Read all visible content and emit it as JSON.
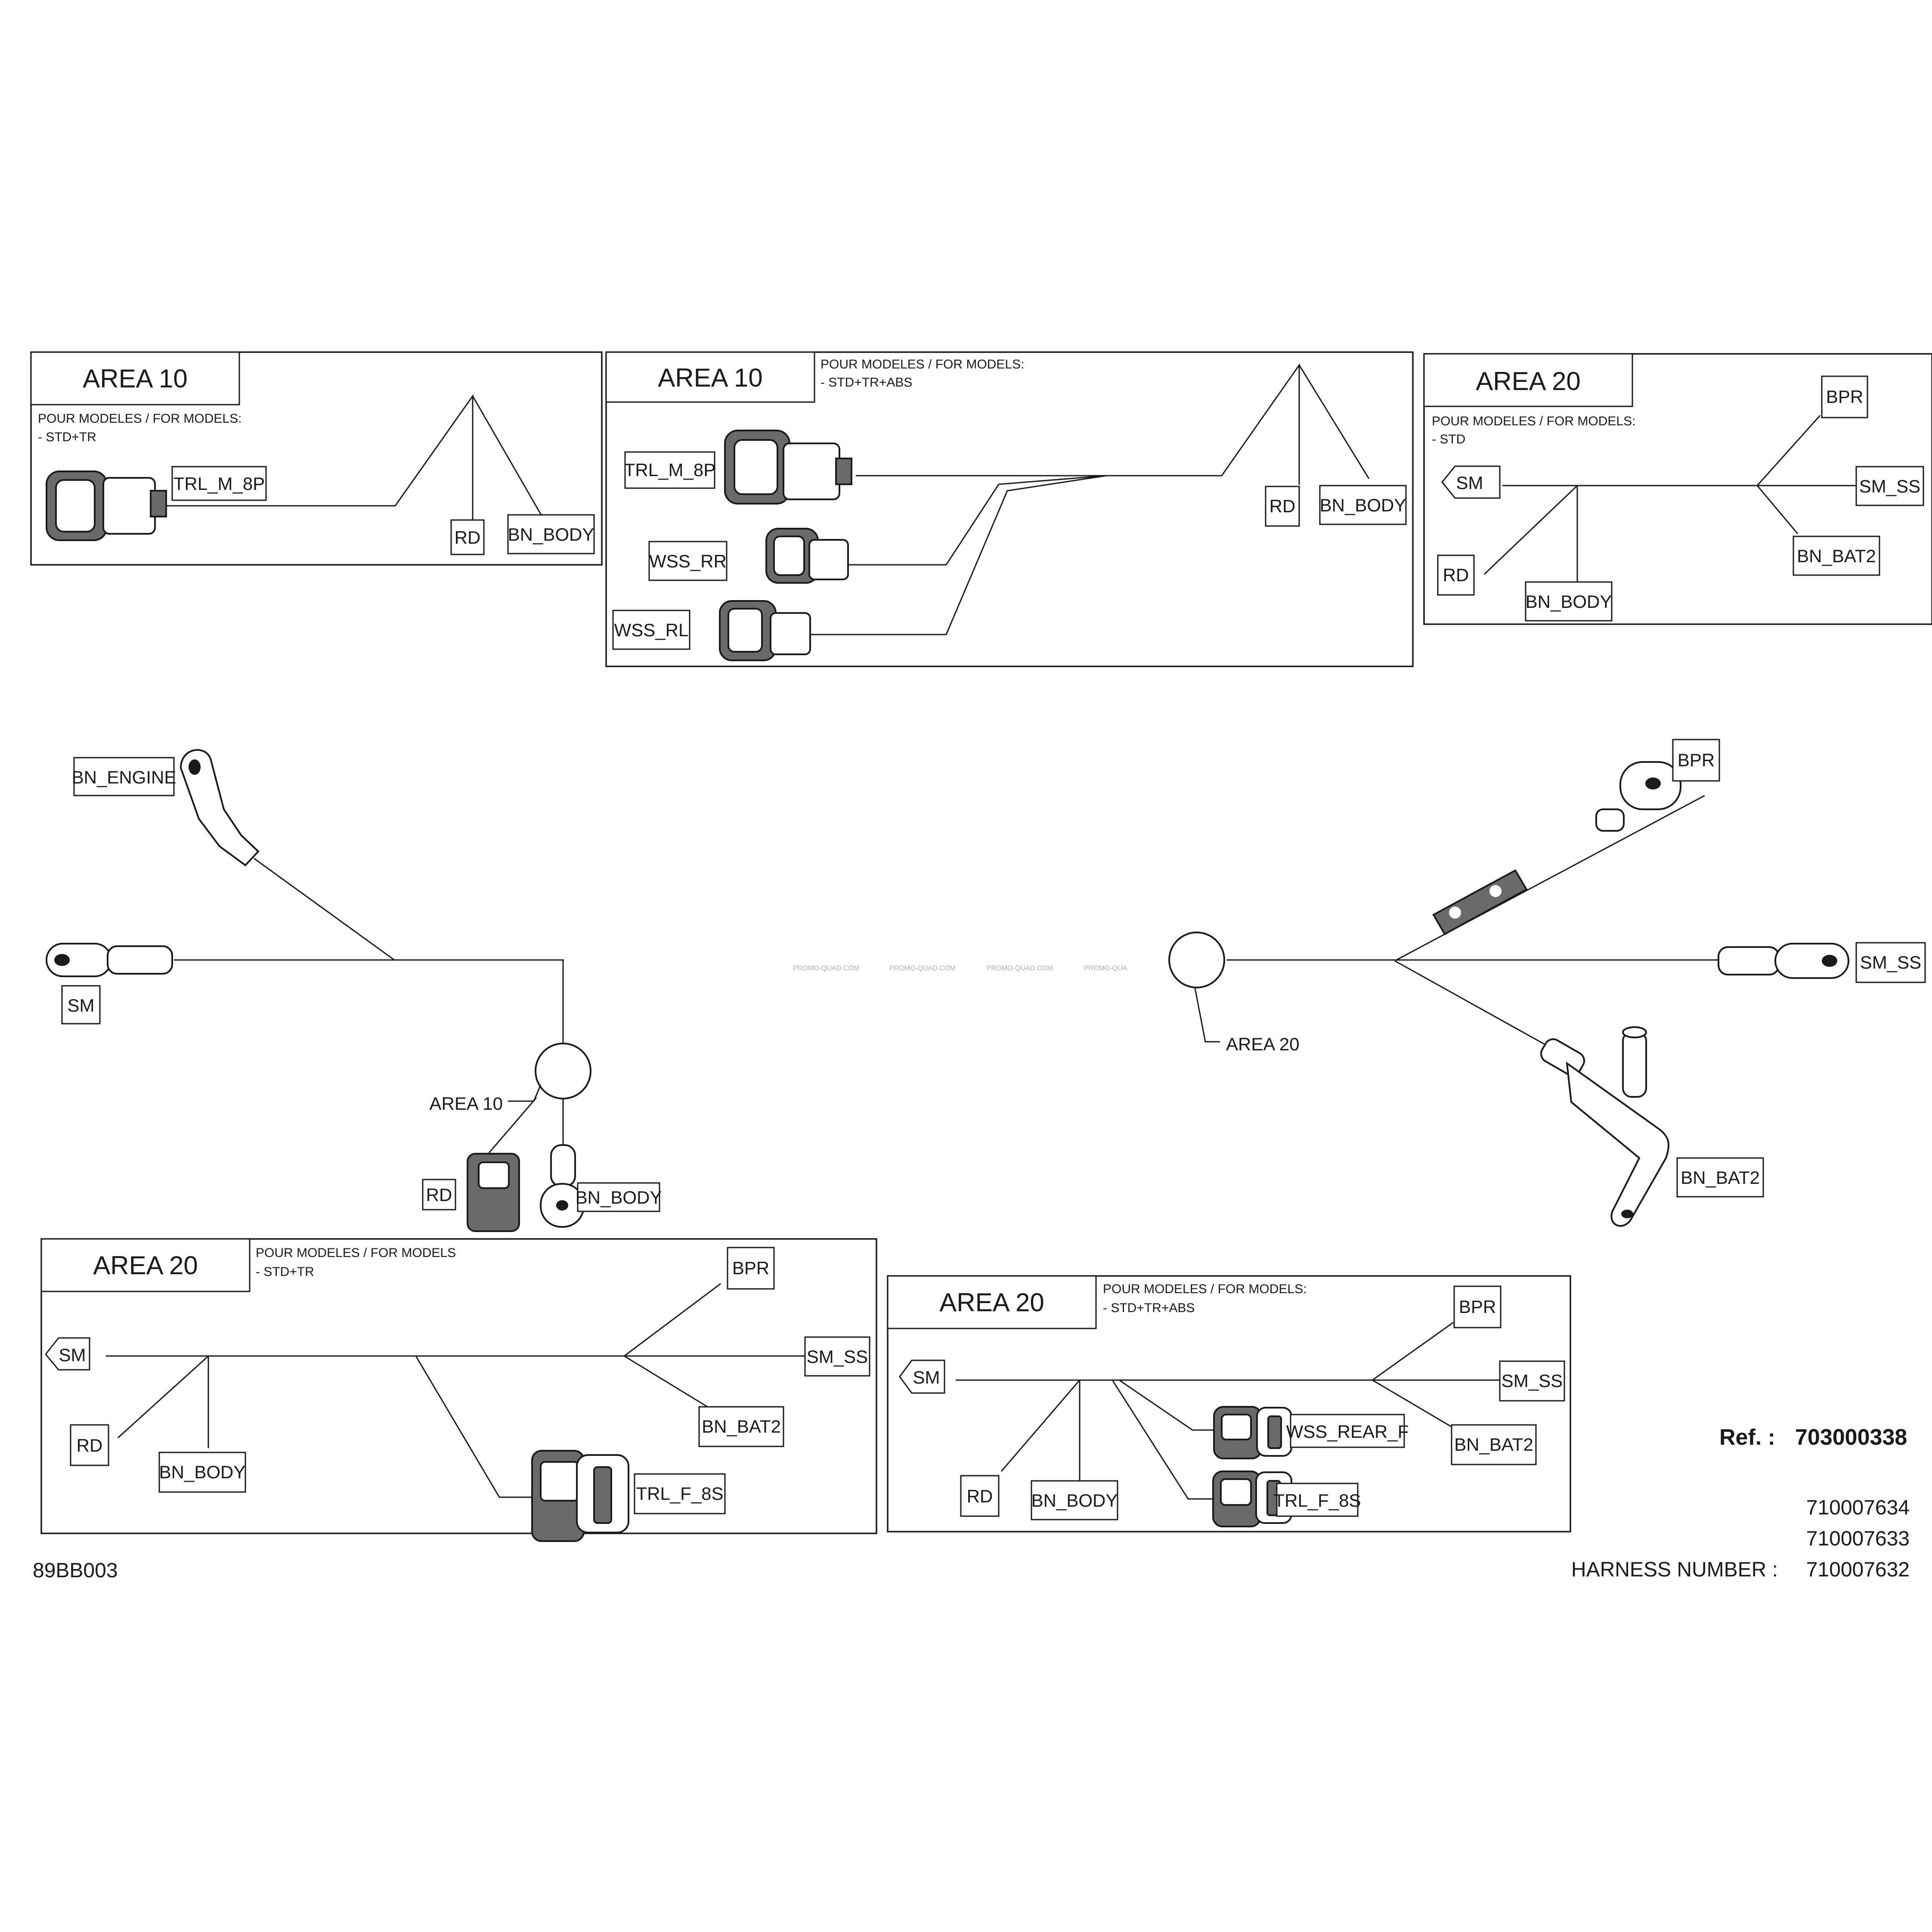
{
  "area_10": "AREA 10",
  "area_20": "AREA 20",
  "model_note": "POUR MODELES / FOR MODELS:",
  "model_note_nocolon": "POUR MODELES / FOR MODELS",
  "models": {
    "std_tr": "- STD+TR",
    "std_tr_abs": "- STD+TR+ABS",
    "std": "- STD"
  },
  "labels": {
    "trl_m_8p": "TRL_M_8P",
    "trl_f_8s": "TRL_F_8S",
    "wss_rr": "WSS_RR",
    "wss_rl": "WSS_RL",
    "wss_rear_f": "WSS_REAR_F",
    "rd": "RD",
    "bn_body": "BN_BODY",
    "bn_engine": "BN_ENGINE",
    "bn_bat2": "BN_BAT2",
    "bpr": "BPR",
    "sm": "SM",
    "sm_ss": "SM_SS"
  },
  "watermark": "PROMO-QUAD.COM",
  "watermark_cut": "PROMO-QUA",
  "ref_label": "Ref. :",
  "ref_value": "703000338",
  "harness_label": "HARNESS NUMBER :",
  "harness_numbers": [
    "710007634",
    "710007633",
    "710007632"
  ],
  "figure_code": "89BB003"
}
